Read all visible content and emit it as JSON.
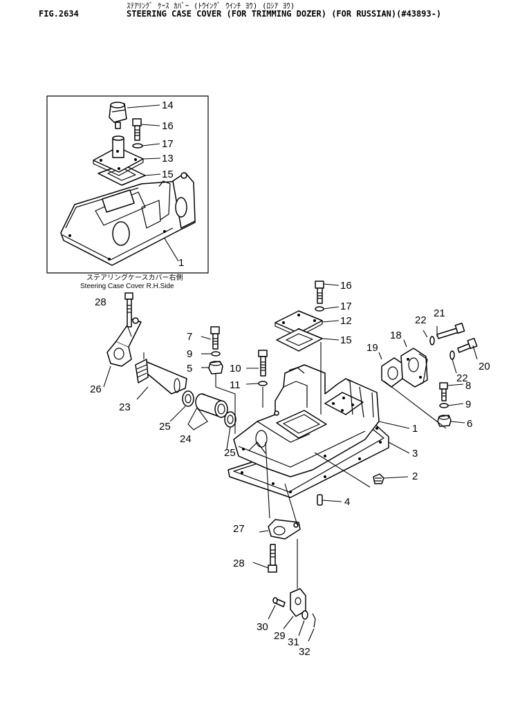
{
  "header": {
    "fig": "FIG.2634",
    "jp_title": "ｽﾃｱﾘﾝｸﾞ ｹｰｽ ｶﾊﾞｰ (ﾄｳｲﾝｸﾞ ｳｲﾝﾁ ﾖｳ) (ﾛｼｱ ﾖｳ)",
    "title": "STEERING CASE COVER (FOR TRIMMING DOZER) (FOR RUSSIAN)(#43893-)"
  },
  "inset": {
    "caption_jp": "ステアリングケースカバー右側",
    "caption_en": "Steering Case Cover R.H.Side",
    "callouts": [
      "14",
      "16",
      "17",
      "13",
      "15",
      "1"
    ]
  },
  "callouts": {
    "c1": "1",
    "c2": "2",
    "c3": "3",
    "c4": "4",
    "c5": "5",
    "c6": "6",
    "c7": "7",
    "c8": "8",
    "c9a": "9",
    "c9b": "9",
    "c10": "10",
    "c11": "11",
    "c12": "12",
    "c15": "15",
    "c16": "16",
    "c17": "17",
    "c18": "18",
    "c19": "19",
    "c20": "20",
    "c21": "21",
    "c22a": "22",
    "c22b": "22",
    "c23": "23",
    "c24": "24",
    "c25a": "25",
    "c25b": "25",
    "c26": "26",
    "c27": "27",
    "c28a": "28",
    "c28b": "28",
    "c29": "29",
    "c30": "30",
    "c31": "31",
    "c32": "32"
  }
}
